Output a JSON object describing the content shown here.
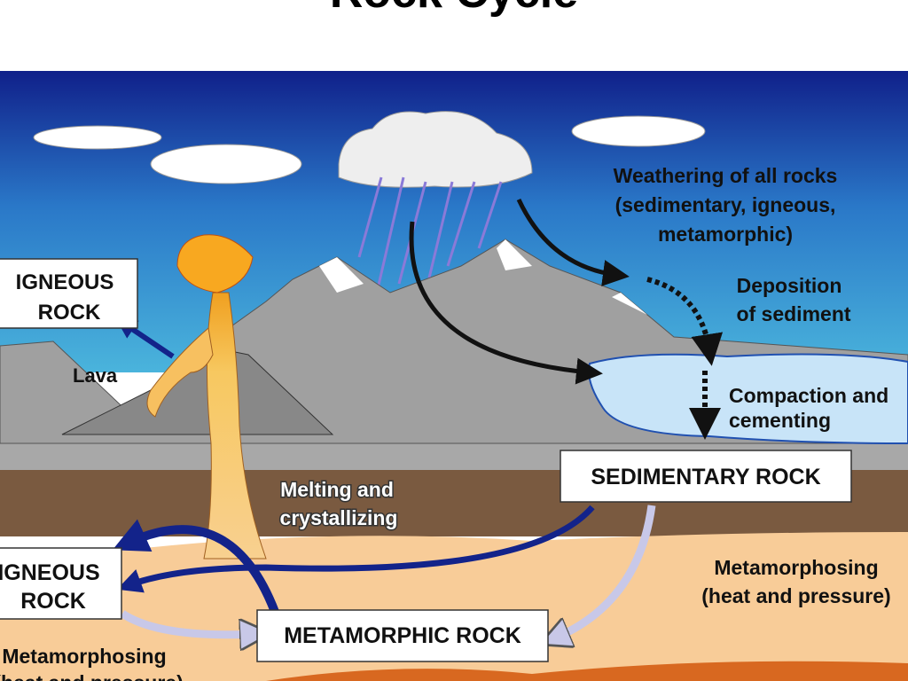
{
  "title": "Rock Cycle",
  "labels": {
    "igneous_top": [
      "IGNEOUS",
      "ROCK"
    ],
    "igneous_bottom": [
      "IGNEOUS",
      "ROCK"
    ],
    "sedimentary": "SEDIMENTARY ROCK",
    "metamorphic": "METAMORPHIC ROCK",
    "lava": "Lava",
    "weathering": [
      "Weathering of all rocks",
      "(sedimentary, igneous,",
      "metamorphic)"
    ],
    "deposition": [
      "Deposition",
      "of sediment"
    ],
    "compaction": [
      "Compaction and",
      "cementing"
    ],
    "melting": [
      "Melting and",
      "crystallizing"
    ],
    "metamorphosing_right": [
      "Metamorphosing",
      "(heat and pressure)"
    ],
    "metamorphosing_left": [
      "Metamorphosing",
      "(heat and pressure)"
    ]
  },
  "colors": {
    "sky_top": "#10208a",
    "sky_bottom": "#3aa6d8",
    "arrow_blue": "#13238a",
    "arrow_light": "#c8c8e8",
    "magma": "#f5c060"
  }
}
